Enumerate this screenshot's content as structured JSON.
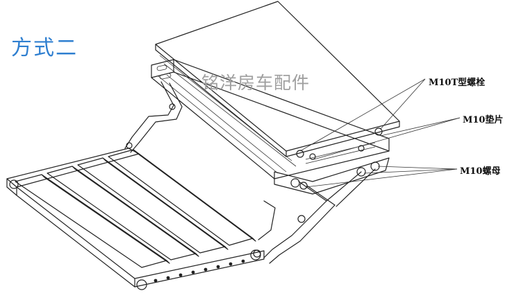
{
  "title": "方式二",
  "watermark": "铭洋房车配件",
  "callouts": {
    "bolt": "M10T型螺栓",
    "washer": "M10垫片",
    "nut": "M10螺母"
  },
  "colors": {
    "title": "#2f7fd0",
    "watermark": "#a0a0a0",
    "lines": "#222222"
  }
}
